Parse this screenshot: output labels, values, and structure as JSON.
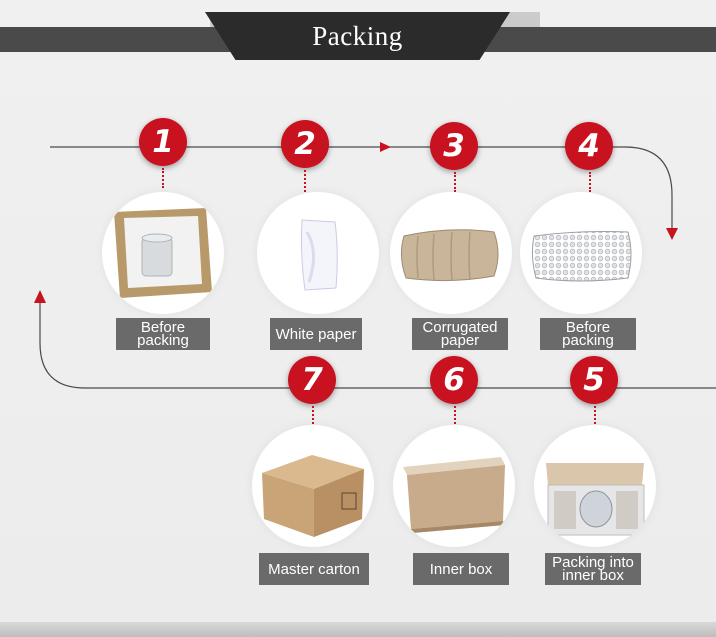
{
  "header": {
    "title": "Packing"
  },
  "steps": [
    {
      "number": "1",
      "label": "Before packing",
      "image": "glass-on-foam-sheet"
    },
    {
      "number": "2",
      "label": "White paper",
      "image": "white-paper-roll"
    },
    {
      "number": "3",
      "label": "Corrugated paper",
      "image": "corrugated-paper-roll"
    },
    {
      "number": "4",
      "label": "Before packing",
      "image": "bubble-wrap-roll"
    },
    {
      "number": "5",
      "label": "Packing into inner box",
      "image": "open-box-with-item"
    },
    {
      "number": "6",
      "label": "Inner box",
      "image": "brown-inner-box"
    },
    {
      "number": "7",
      "label": "Master carton",
      "image": "taped-master-carton"
    }
  ],
  "colors": {
    "accent": "#c8121f",
    "header": "#2b2b2b",
    "label_bg": "#6a6a6a"
  }
}
